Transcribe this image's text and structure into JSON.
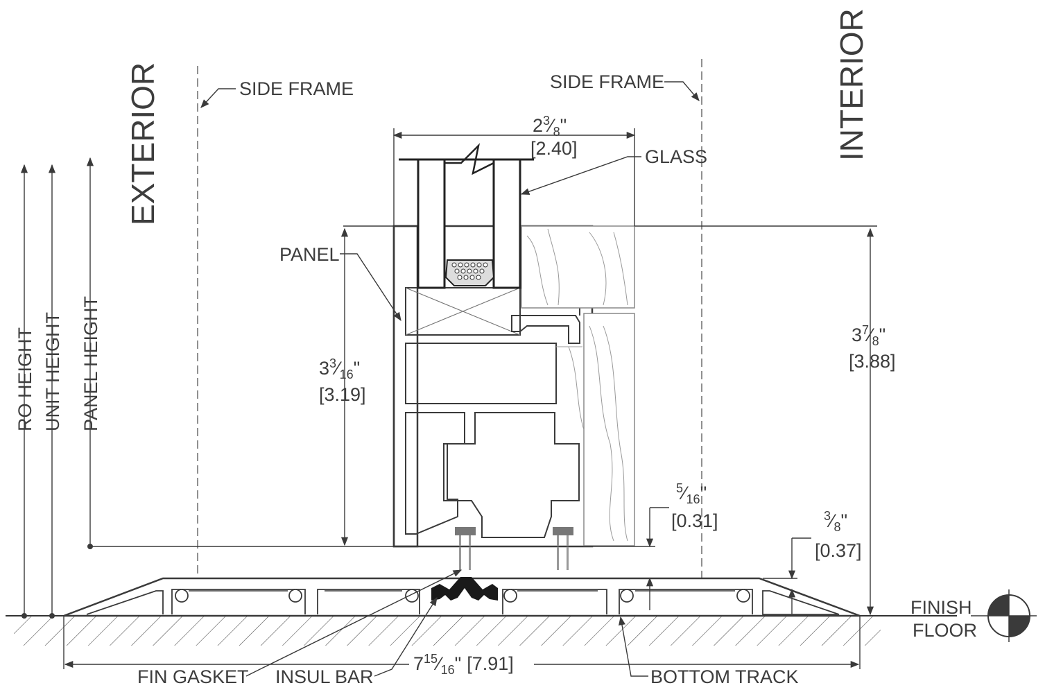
{
  "labels": {
    "exterior": "EXTERIOR",
    "interior": "INTERIOR",
    "side_frame_left": "SIDE FRAME",
    "side_frame_right": "SIDE FRAME",
    "glass": "GLASS",
    "panel": "PANEL",
    "ro_height": "RO HEIGHT",
    "unit_height": "UNIT HEIGHT",
    "panel_height": "PANEL HEIGHT",
    "finish_floor_line1": "FINISH",
    "finish_floor_line2": "FLOOR",
    "fin_gasket": "FIN GASKET",
    "insul_bar": "INSUL BAR",
    "bottom_track": "BOTTOM TRACK"
  },
  "dimensions": {
    "glass_width": {
      "whole": "2",
      "num": "3",
      "den": "8",
      "inch": "\"",
      "metric": "[2.40]"
    },
    "panel_height": {
      "whole": "3",
      "num": "3",
      "den": "16",
      "inch": "\"",
      "metric": "[3.19]"
    },
    "total_height": {
      "whole": "3",
      "num": "7",
      "den": "8",
      "inch": "\"",
      "metric": "[3.88]"
    },
    "gap_small": {
      "num": "5",
      "den": "16",
      "inch": "\"",
      "metric": "[0.31]"
    },
    "track_height": {
      "num": "3",
      "den": "8",
      "inch": "\"",
      "metric": "[0.37]"
    },
    "overall_width": {
      "whole": "7",
      "num": "15",
      "den": "16",
      "inch": "\"",
      "metric": "[7.91]"
    }
  },
  "colors": {
    "line": "#3a3a3a",
    "text": "#3d3d3d",
    "gasket": "#1a1a1a",
    "insul_bar": "#777777",
    "wood_grain": "#9a9a9a"
  }
}
